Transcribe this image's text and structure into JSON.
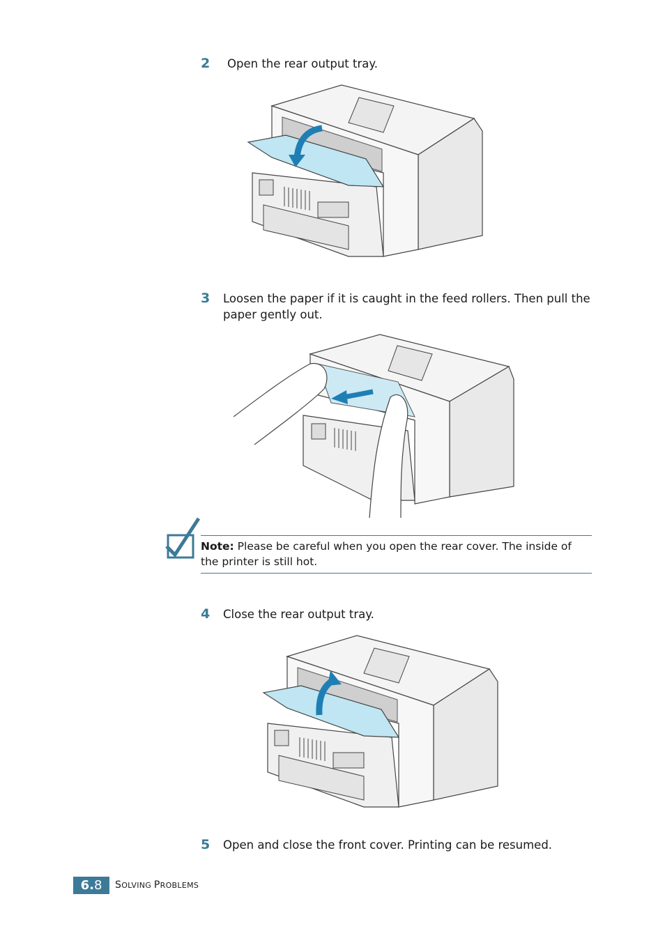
{
  "steps": [
    {
      "num": "2",
      "text": "Open the rear output tray."
    },
    {
      "num": "3",
      "text": "Loosen the paper if it is caught in the feed rollers. Then pull the paper gently out."
    },
    {
      "num": "4",
      "text": "Close the rear output tray."
    },
    {
      "num": "5",
      "text": "Open and close the front cover. Printing can be resumed."
    }
  ],
  "note": {
    "label": "Note:",
    "text": " Please be careful when you open the rear cover. The inside of the printer is still hot."
  },
  "footer": {
    "chapter": "6.",
    "page": "8",
    "section_first_S": "S",
    "section_rest_1": "OLVING ",
    "section_first_P": "P",
    "section_rest_2": "ROBLEMS"
  },
  "colors": {
    "accent": "#3d7a98",
    "tray_blue": "#bfe6f2",
    "arrow_blue": "#1f7fb4"
  }
}
